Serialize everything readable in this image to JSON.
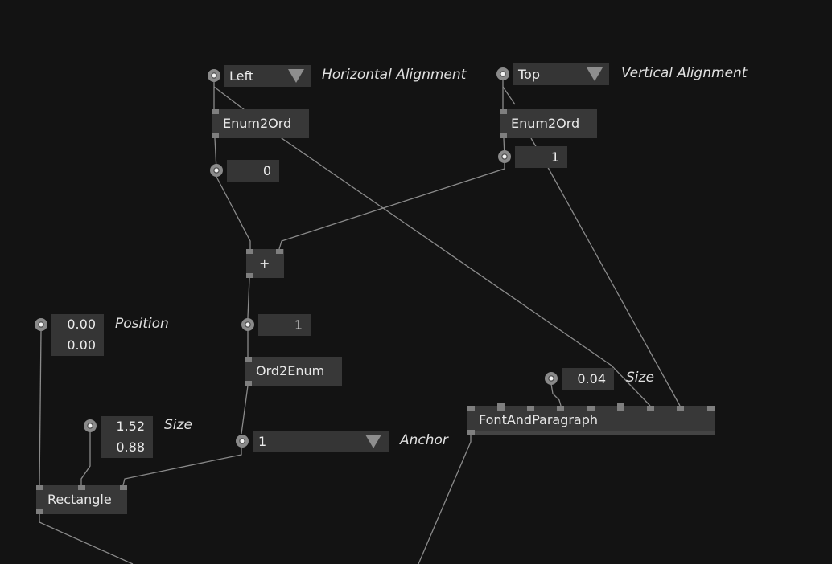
{
  "nodes": {
    "enum2ord_h": "Enum2Ord",
    "enum2ord_v": "Enum2Ord",
    "plus": "+",
    "ord2enum": "Ord2Enum",
    "rectangle": "Rectangle",
    "font_and_paragraph": "FontAndParagraph"
  },
  "inputs": {
    "horizontal_alignment": {
      "value": "Left",
      "label": "Horizontal Alignment"
    },
    "vertical_alignment": {
      "value": "Top",
      "label": "Vertical Alignment"
    },
    "h_ord_value": "0",
    "v_ord_value": "1",
    "plus_result": "1",
    "position": {
      "x": "0.00",
      "y": "0.00",
      "label": "Position"
    },
    "rect_size": {
      "x": "1.52",
      "y": "0.88",
      "label": "Size"
    },
    "anchor": {
      "value": "1",
      "label": "Anchor"
    },
    "font_size": {
      "value": "0.04",
      "label": "Size"
    }
  },
  "icons": {
    "dropdown": "triangle-down-icon",
    "socket": "io-socket-icon"
  },
  "colors": {
    "background": "#131313",
    "node": "#383838",
    "wire": "#8a8a8a"
  }
}
